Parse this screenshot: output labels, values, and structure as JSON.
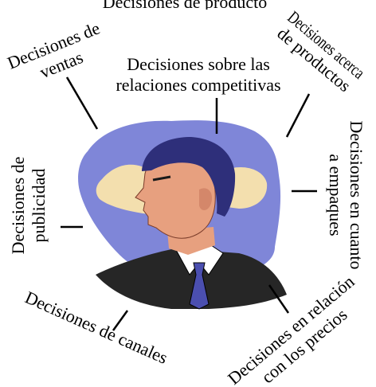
{
  "center_image": "man-in-suit-clipart",
  "colors": {
    "blob_blue": "#7f86d8",
    "blob_cream": "#f3dfae",
    "suit": "#262626",
    "skin": "#e7a07f",
    "hair": "#2e2f7a",
    "tie": "#4b4fb0",
    "line": "#000000"
  },
  "labels": {
    "top_partial": "Decisiones de producto",
    "ventas": [
      "Decisiones de",
      "ventas"
    ],
    "competitivas": [
      "Decisiones sobre las",
      "relaciones competitivas"
    ],
    "productos": [
      "Decisiones acerca",
      "de productos"
    ],
    "empaques": [
      "Decisiones en cuanto",
      "a empaques"
    ],
    "publicidad": [
      "Decisiones de",
      "publicidad"
    ],
    "canales": "Decisiones de canales",
    "precios": [
      "Decisiones en relación",
      "con los precios"
    ]
  }
}
